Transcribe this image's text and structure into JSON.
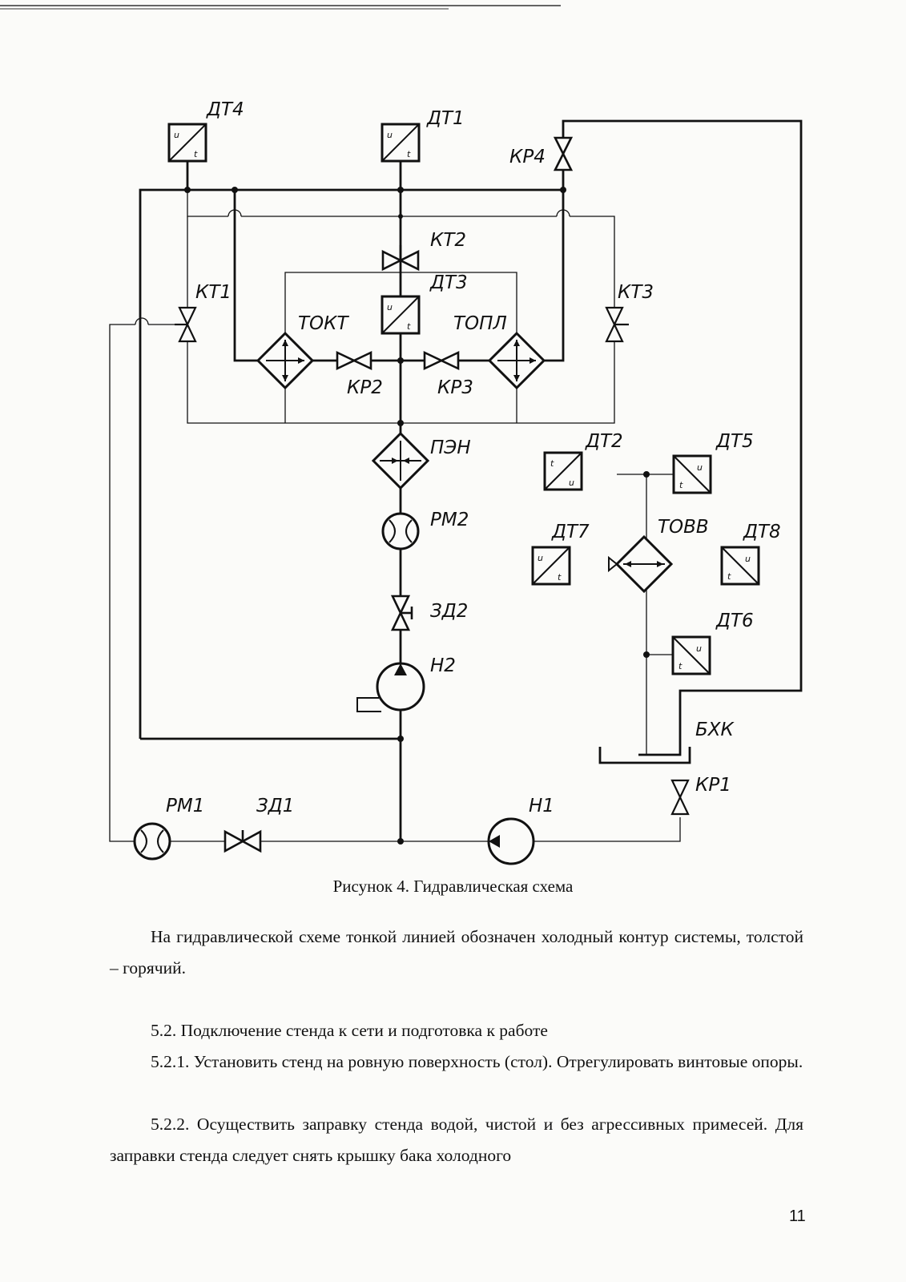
{
  "diagram": {
    "labels": {
      "dt1": "ДТ1",
      "dt2": "ДТ2",
      "dt3": "ДТ3",
      "dt4": "ДТ4",
      "dt5": "ДТ5",
      "dt6": "ДТ6",
      "dt7": "ДТ7",
      "dt8": "ДТ8",
      "kt1": "КТ1",
      "kt2": "КТ2",
      "kt3": "КТ3",
      "kr1": "КР1",
      "kr2": "КР2",
      "kr3": "КР3",
      "kr4": "КР4",
      "tokt": "ТОКТ",
      "topl": "ТОПЛ",
      "tovv": "ТОВВ",
      "pen": "ПЭН",
      "rm1": "РМ1",
      "rm2": "РМ2",
      "zd1": "ЗД1",
      "zd2": "ЗД2",
      "n1": "Н1",
      "n2": "Н2",
      "bhk": "БХК"
    },
    "sensor_u": "u",
    "sensor_t": "t"
  },
  "caption": "Рисунок 4. Гидравлическая схема",
  "paragraphs": [
    "На гидравлической схеме тонкой линией обозначен холодный контур системы, толстой – горячий.",
    "5.2. Подключение стенда к сети и подготовка к работе",
    "5.2.1. Установить стенд на ровную поверхность (стол). Отрегулировать винтовые опоры.",
    "5.2.2. Осуществить заправку стенда водой, чистой и без агрессивных примесей. Для заправки стенда следует снять крышку бака холодного"
  ],
  "page_number": "11"
}
